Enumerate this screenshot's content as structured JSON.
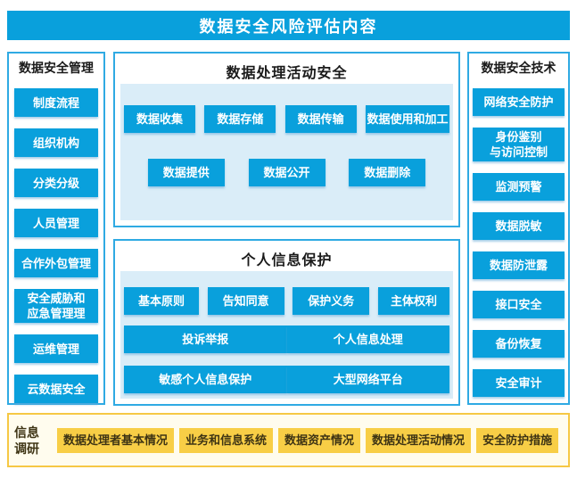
{
  "colors": {
    "primary_blue": "#09A0DC",
    "border_blue": "#2FAAE3",
    "panel_light_blue": "#DAEDF8",
    "yellow_box": "#F8CE46",
    "yellow_border": "#F6C844",
    "yellow_panel_bg": "#FFFCEE",
    "yellow_text": "#3E3414",
    "title_text": "#1a1a1a"
  },
  "header": {
    "title": "数据安全风险评估内容"
  },
  "left_panel": {
    "title": "数据安全管理",
    "items": [
      "制度流程",
      "组织机构",
      "分类分级",
      "人员管理",
      "合作外包管理",
      "安全威胁和\n应急管理理",
      "运维管理",
      "云数据安全"
    ]
  },
  "center": {
    "processing": {
      "title": "数据处理活动安全",
      "row1": [
        "数据收集",
        "数据存储",
        "数据传输",
        "数据使用和加工"
      ],
      "row2": [
        "数据提供",
        "数据公开",
        "数据删除"
      ]
    },
    "personal_info": {
      "title": "个人信息保护",
      "row1": [
        "基本原则",
        "告知同意",
        "保护义务",
        "主体权利"
      ],
      "row2": [
        "投诉举报",
        "个人信息处理"
      ],
      "row3": [
        "敏感个人信息保护",
        "大型网络平台"
      ]
    }
  },
  "right_panel": {
    "title": "数据安全技术",
    "items": [
      "网络安全防护",
      "身份鉴别\n与访问控制",
      "监测预警",
      "数据脱敏",
      "数据防泄露",
      "接口安全",
      "备份恢复",
      "安全审计"
    ]
  },
  "bottom_panel": {
    "label": "信息\n调研",
    "items": [
      "数据处理者基本情况",
      "业务和信息系统",
      "数据资产情况",
      "数据处理活动情况",
      "安全防护措施"
    ]
  }
}
